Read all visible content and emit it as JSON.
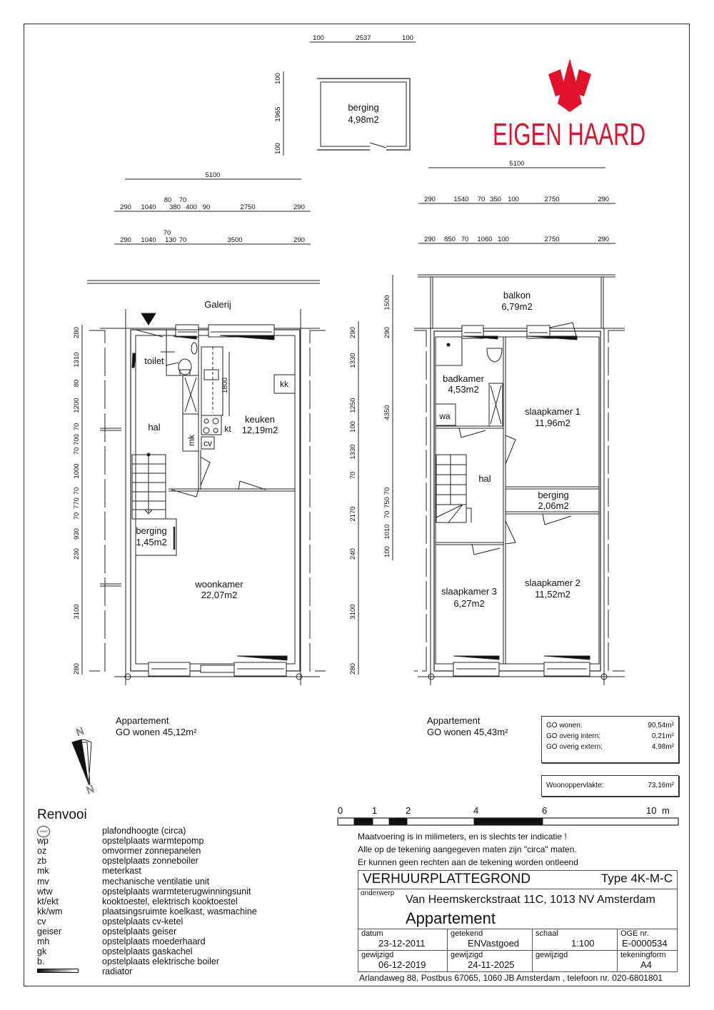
{
  "logo": {
    "text": "EIGEN HAARD",
    "color": "#e3122c"
  },
  "storage_top": {
    "name": "berging",
    "area": "4,98m2",
    "dims_h": [
      "100",
      "2537",
      "100"
    ],
    "dims_v": [
      "100",
      "1965",
      "100"
    ]
  },
  "ground_floor": {
    "total_width": "5100",
    "dims_row1": [
      "290",
      "1040",
      "80",
      "70",
      "380",
      "400",
      "90",
      "2750",
      "290"
    ],
    "dims_row2": [
      "290",
      "1040",
      "70",
      "130",
      "70",
      "3500",
      "290"
    ],
    "dims_vertical": [
      "280",
      "1310",
      "80",
      "1200",
      "70",
      "700",
      "70",
      "1000",
      "70",
      "770",
      "70",
      "930",
      "230",
      "3100",
      "280"
    ],
    "galerij": "Galerij",
    "rooms": {
      "toilet": "toilet",
      "hal": "hal",
      "keuken": "keuken",
      "keuken_area": "12,19m2",
      "berging": "berging",
      "berging_area": "1,45m2",
      "woonkamer": "woonkamer",
      "woonkamer_area": "22,07m2"
    },
    "labels": {
      "kk": "kk",
      "kt": "kt",
      "cv": "cv",
      "mk": "mk",
      "counter": "1800"
    },
    "caption": "Appartement",
    "go_wonen": "GO wonen 45,12m²"
  },
  "first_floor": {
    "total_width": "5100",
    "dims_row1": [
      "290",
      "1540",
      "70",
      "350",
      "100",
      "2750",
      "290"
    ],
    "dims_row2": [
      "290",
      "850",
      "70",
      "1060",
      "100",
      "2750",
      "290"
    ],
    "dims_vertical_a": [
      "290",
      "1330",
      "1250",
      "100",
      "1330",
      "70",
      "2170",
      "240",
      "3100",
      "280"
    ],
    "dims_vertical_b": [
      "1500",
      "290",
      "4350",
      "70",
      "750",
      "70",
      "1010",
      "100"
    ],
    "rooms": {
      "balkon": "balkon",
      "balkon_area": "6,79m2",
      "badkamer": "badkamer",
      "badkamer_area": "4,53m2",
      "wa": "wa",
      "slaapkamer1": "slaapkamer 1",
      "slaapkamer1_area": "11,96m2",
      "hal": "hal",
      "berging": "berging",
      "berging_area": "2,06m2",
      "slaapkamer2": "slaapkamer 2",
      "slaapkamer2_area": "11,52m2",
      "slaapkamer3": "slaapkamer 3",
      "slaapkamer3_area": "6,27m2"
    },
    "caption": "Appartement",
    "go_wonen": "GO wonen 45,43m²"
  },
  "north_arrow": {
    "letter": "N"
  },
  "area_summary": {
    "rows": [
      {
        "label": "GO wonen:",
        "value": "90,54m²"
      },
      {
        "label": "GO overig intern:",
        "value": "0,21m²"
      },
      {
        "label": "GO overig extern:",
        "value": "4,98m²"
      }
    ],
    "woonoppervlakte_label": "Woonoppervlakte:",
    "woonoppervlakte_value": "73,16m²"
  },
  "scale_bar": {
    "ticks": [
      "0",
      "1",
      "2",
      "4",
      "6",
      "10"
    ],
    "unit": "m"
  },
  "disclaimer": [
    "Maatvoering is in milimeters, en is slechts ter indicatie !",
    "Alle op de tekening aangegeven maten zijn \"circa\" maten.",
    "Er kunnen geen rechten aan de tekening worden ontleend"
  ],
  "renvooi": {
    "title": "Renvooi",
    "ceiling_symbol": "±2540",
    "items": [
      {
        "code": "",
        "desc": "plafondhoogte (circa)"
      },
      {
        "code": "wp",
        "desc": "opstelplaats warmtepomp"
      },
      {
        "code": "oz",
        "desc": "omvormer zonnepanelen"
      },
      {
        "code": "zb",
        "desc": "opstelplaats zonneboiler"
      },
      {
        "code": "mk",
        "desc": "meterkast"
      },
      {
        "code": "mv",
        "desc": "mechanische ventilatie unit"
      },
      {
        "code": "wtw",
        "desc": "opstelplaats warmteterugwinningsunit"
      },
      {
        "code": "kt/ekt",
        "desc": "kooktoestel, elektrisch kooktoestel"
      },
      {
        "code": "kk/wm",
        "desc": "plaatsingsruimte koelkast, wasmachine"
      },
      {
        "code": "cv",
        "desc": "opstelplaats cv-ketel"
      },
      {
        "code": "geiser",
        "desc": "opstelplaats geiser"
      },
      {
        "code": "mh",
        "desc": "opstelplaats moederhaard"
      },
      {
        "code": "gk",
        "desc": "opstelplaats gaskachel"
      },
      {
        "code": "b.",
        "desc": "opstelplaats elektrische boiler"
      },
      {
        "code": "",
        "desc": "radiator"
      }
    ]
  },
  "title_block": {
    "title": "VERHUURPLATTEGROND",
    "type": "Type 4K-M-C",
    "onderwerp_label": "onderwerp",
    "address": "Van Heemskerckstraat 11C, 1013 NV Amsterdam",
    "subject": "Appartement",
    "datum_label": "datum",
    "datum": "23-12-2011",
    "getekend_label": "getekend",
    "getekend": "ENVastgoed",
    "schaal_label": "schaal",
    "schaal": "1:100",
    "oge_label": "OGE nr.",
    "oge": "E-0000534",
    "gewijzigd1_label": "gewijzigd",
    "gewijzigd1": "06-12-2019",
    "gewijzigd2_label": "gewijzigd",
    "gewijzigd2": "24-11-2025",
    "gewijzigd3_label": "gewijzigd",
    "tekeningform_label": "tekeningform",
    "tekeningform": "A4",
    "footer": "Arlandaweg 88, Postbus 67065, 1060 JB Amsterdam , telefoon nr. 020-6801801"
  }
}
